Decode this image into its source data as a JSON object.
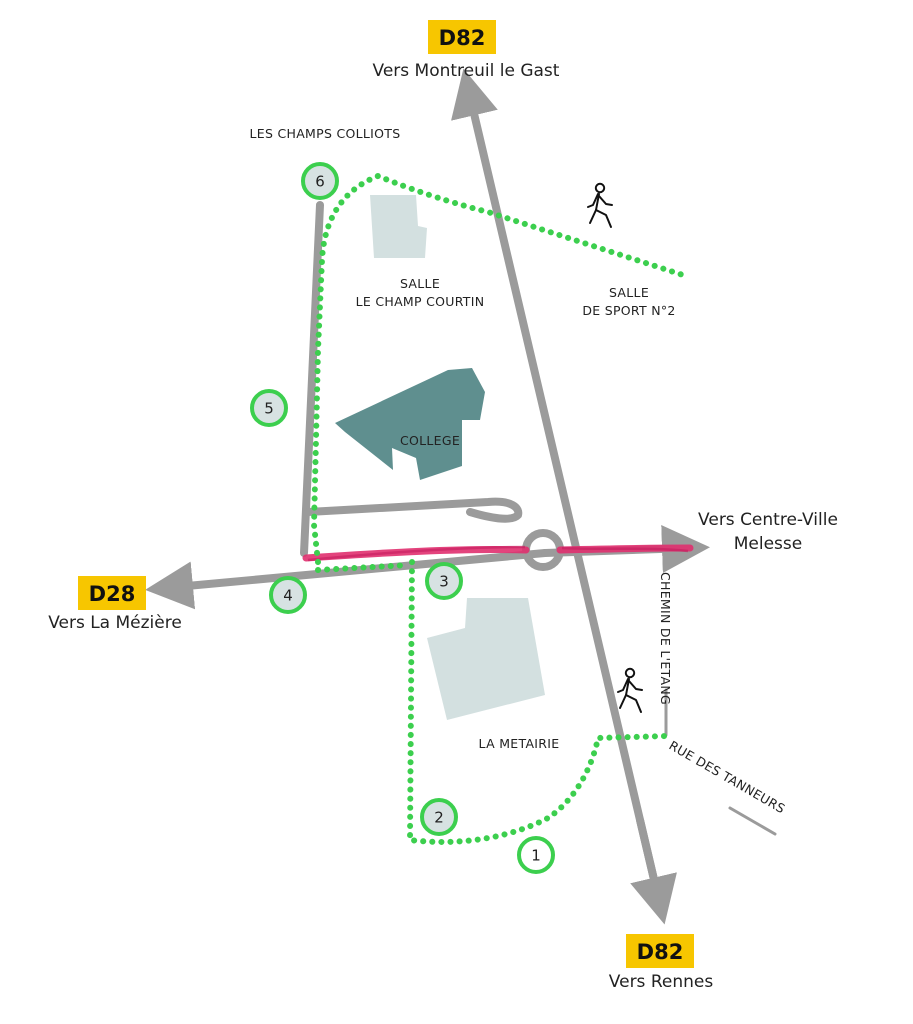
{
  "colors": {
    "road": "#9b9b9b",
    "path": "#3ccf4e",
    "highlight": "#e0306f",
    "badge": "#f7c600",
    "college": "#5f8f8f",
    "building": "#d3e0e0",
    "step_fill": "#d7e2e2"
  },
  "routes": {
    "d82_north": {
      "code": "D82",
      "dest": "Vers Montreuil le Gast"
    },
    "d82_south": {
      "code": "D82",
      "dest": "Vers Rennes"
    },
    "d28_west": {
      "code": "D28",
      "dest": "Vers La Mézière"
    },
    "east": {
      "line1": "Vers Centre-Ville",
      "line2": "Melesse"
    }
  },
  "places": {
    "champs_colliots": "LES CHAMPS COLLIOTS",
    "salle_champ_courtin": {
      "line1": "SALLE",
      "line2": "LE CHAMP COURTIN"
    },
    "salle_sport": {
      "line1": "SALLE",
      "line2": "DE SPORT N°2"
    },
    "college": "COLLEGE",
    "metairie": "LA METAIRIE",
    "chemin_etang": "CHEMIN DE L'ETANG",
    "rue_tanneurs": "RUE DES TANNEURS"
  },
  "steps": [
    "1",
    "2",
    "3",
    "4",
    "5",
    "6"
  ],
  "icons": {
    "walker": "pedestrian-icon"
  }
}
